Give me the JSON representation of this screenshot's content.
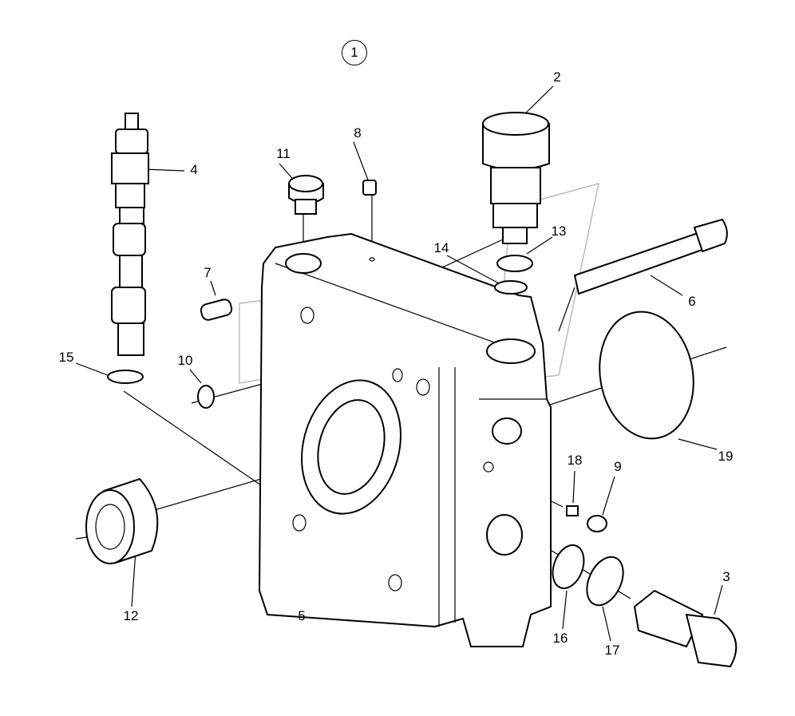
{
  "diagram": {
    "assembly_number": "1",
    "parts": [
      {
        "id": "2"
      },
      {
        "id": "3"
      },
      {
        "id": "4"
      },
      {
        "id": "5"
      },
      {
        "id": "6"
      },
      {
        "id": "7"
      },
      {
        "id": "8"
      },
      {
        "id": "9"
      },
      {
        "id": "10"
      },
      {
        "id": "11"
      },
      {
        "id": "12"
      },
      {
        "id": "13"
      },
      {
        "id": "14"
      },
      {
        "id": "15"
      },
      {
        "id": "16"
      },
      {
        "id": "17"
      },
      {
        "id": "18"
      },
      {
        "id": "19"
      }
    ]
  }
}
